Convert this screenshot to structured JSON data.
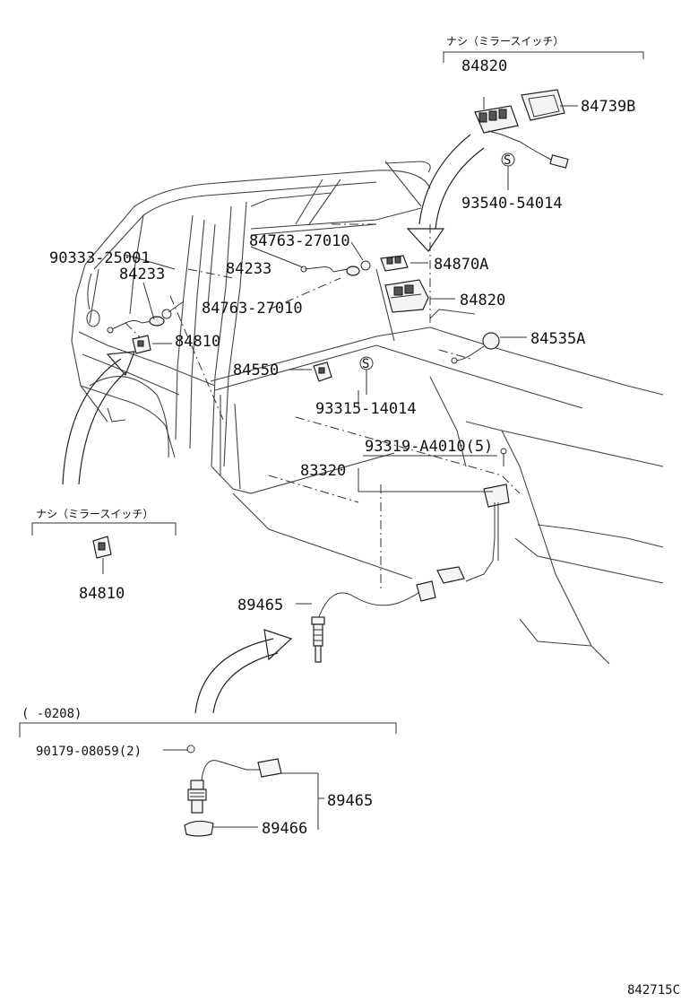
{
  "labels": {
    "note_top": "ナシ（ミラースイッチ）",
    "p84820_top": "84820",
    "p84739B": "84739B",
    "p93540": "93540-54014",
    "p84763_a": "84763-27010",
    "p84870A": "84870A",
    "p90333": "90333-25001",
    "p84233_a": "84233",
    "p84233_b": "84233",
    "p84820_mid": "84820",
    "p84763_b": "84763-27010",
    "p84810_a": "84810",
    "p84535A": "84535A",
    "p84550": "84550",
    "p93315": "93315-14014",
    "p93319": "93319-A4010(5)",
    "p83320": "83320",
    "note_left": "ナシ（ミラースイッチ）",
    "p84810_b": "84810",
    "p89465_a": "89465",
    "range_label": "(   -0208)",
    "p90179": "90179-08059(2)",
    "p89465_b": "89465",
    "p89466": "89466",
    "diagram_code": "842715C"
  },
  "icons": {
    "washer_symbol": "S"
  }
}
